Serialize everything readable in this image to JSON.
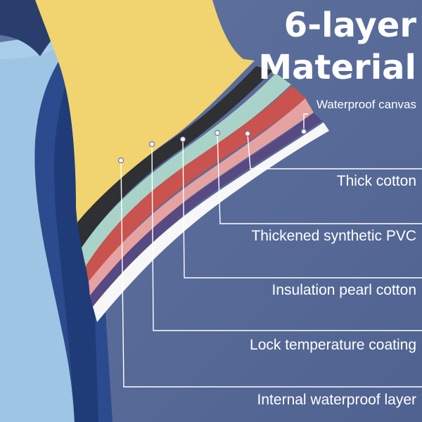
{
  "heading": {
    "line1": "6-layer",
    "line2": "Material"
  },
  "layers": [
    {
      "label": "Waterproof canvas",
      "color": "#f6f7f9"
    },
    {
      "label": "Thick cotton",
      "color": "#5d4f86"
    },
    {
      "label": "Thickened synthetic PVC",
      "color": "#e6a1a1"
    },
    {
      "label": "Insulation pearl cotton",
      "color": "#c9534e"
    },
    {
      "label": "Lock temperature coating",
      "color": "#a9d3c8"
    },
    {
      "label": "Internal waterproof layer",
      "color": "#2f3134"
    }
  ],
  "colors": {
    "background": "#5b6e9c",
    "outer_shell": "#2d4d8a",
    "lining": "#a9cdea",
    "yellow_layer": "#f2d37a"
  }
}
